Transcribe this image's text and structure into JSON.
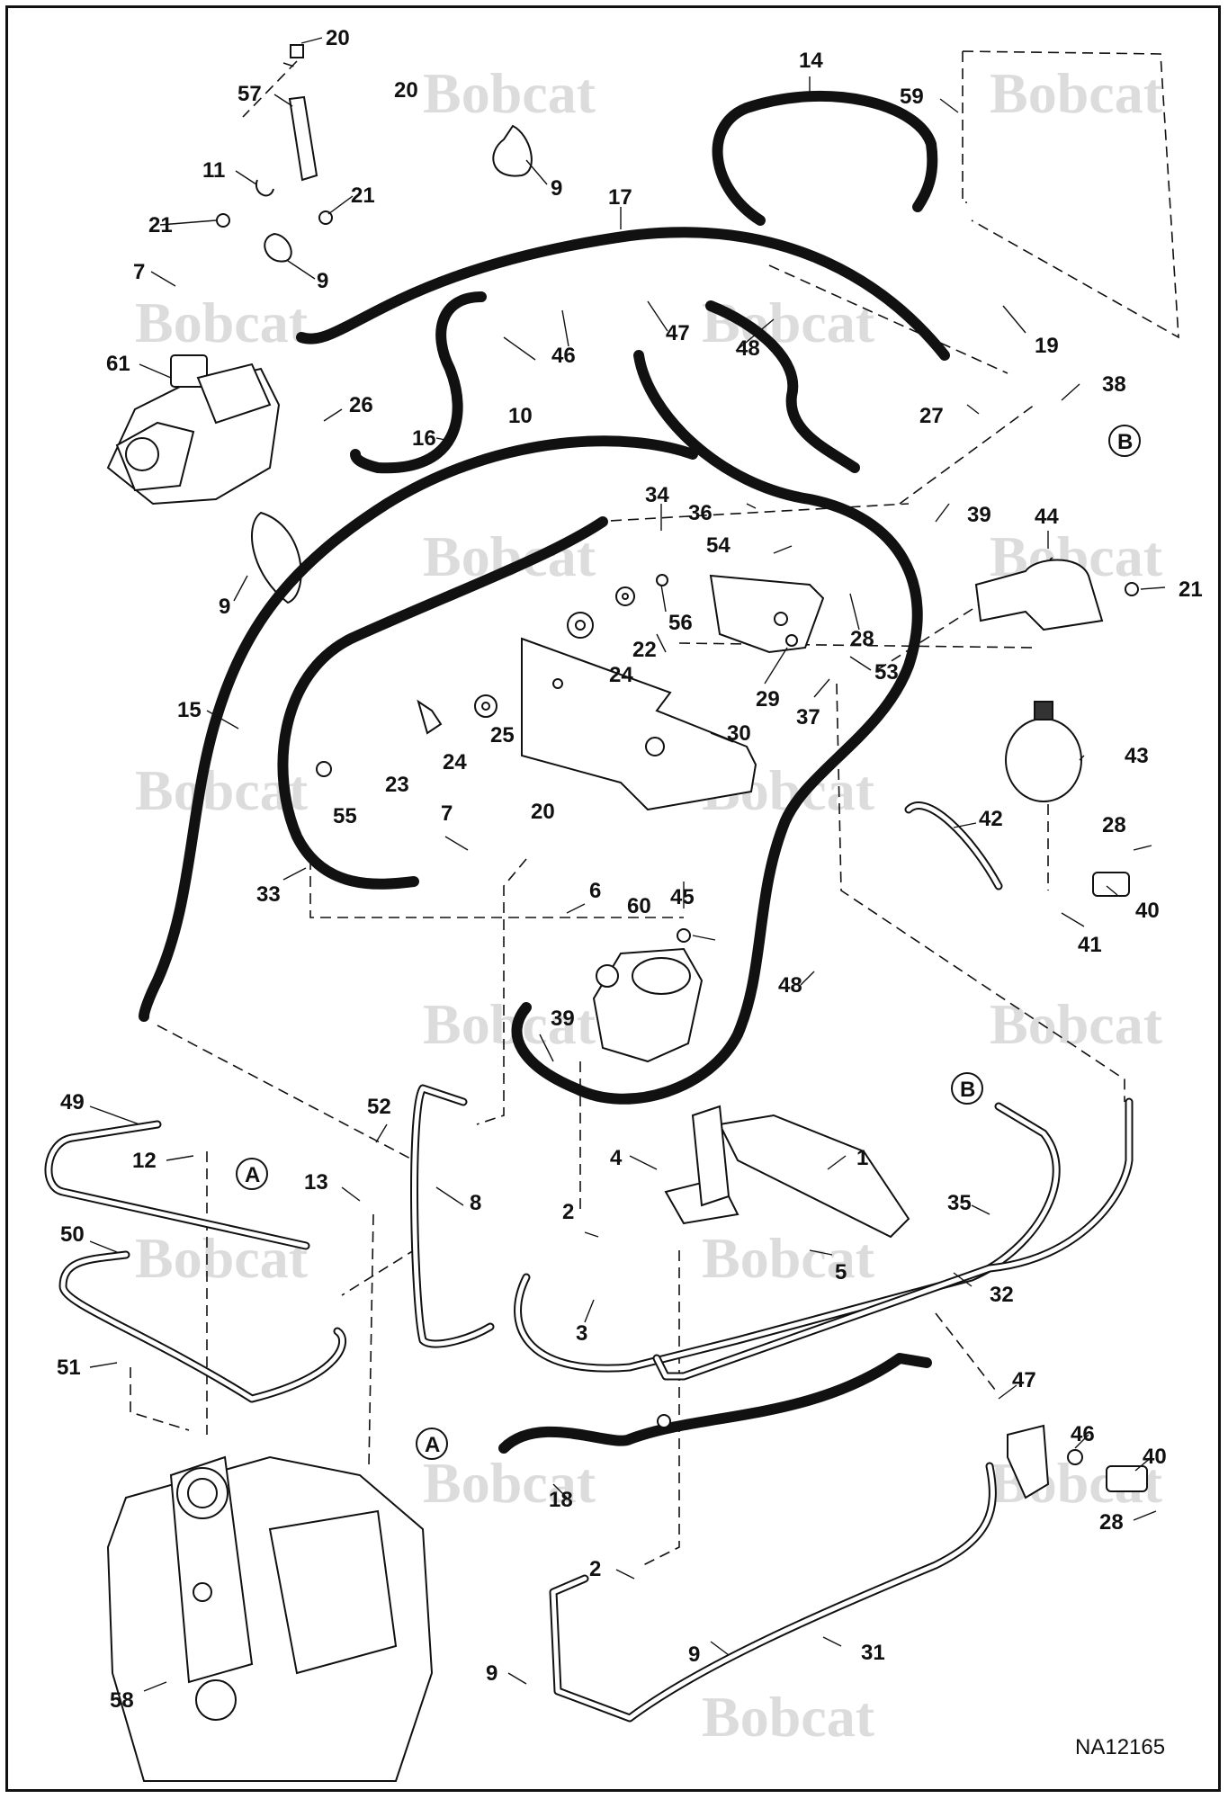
{
  "watermark": {
    "brand_text": "Bobcat"
  },
  "drawing_id": "NA12165",
  "connector_labels": {
    "A": "A",
    "B": "B"
  },
  "callouts": [
    "20",
    "20",
    "57",
    "11",
    "21",
    "21",
    "9",
    "9",
    "7",
    "61",
    "26",
    "16",
    "17",
    "10",
    "46",
    "47",
    "48",
    "14",
    "59",
    "19",
    "27",
    "38",
    "9",
    "15",
    "34",
    "36",
    "54",
    "39",
    "44",
    "21",
    "28",
    "53",
    "37",
    "29",
    "22",
    "56",
    "24",
    "24",
    "25",
    "23",
    "55",
    "30",
    "20",
    "43",
    "42",
    "28",
    "40",
    "41",
    "33",
    "7",
    "6",
    "45",
    "60",
    "48",
    "39",
    "49",
    "12",
    "52",
    "13",
    "50",
    "51",
    "8",
    "4",
    "1",
    "2",
    "5",
    "35",
    "32",
    "3",
    "18",
    "47",
    "46",
    "40",
    "28",
    "2",
    "9",
    "31",
    "9",
    "58"
  ]
}
